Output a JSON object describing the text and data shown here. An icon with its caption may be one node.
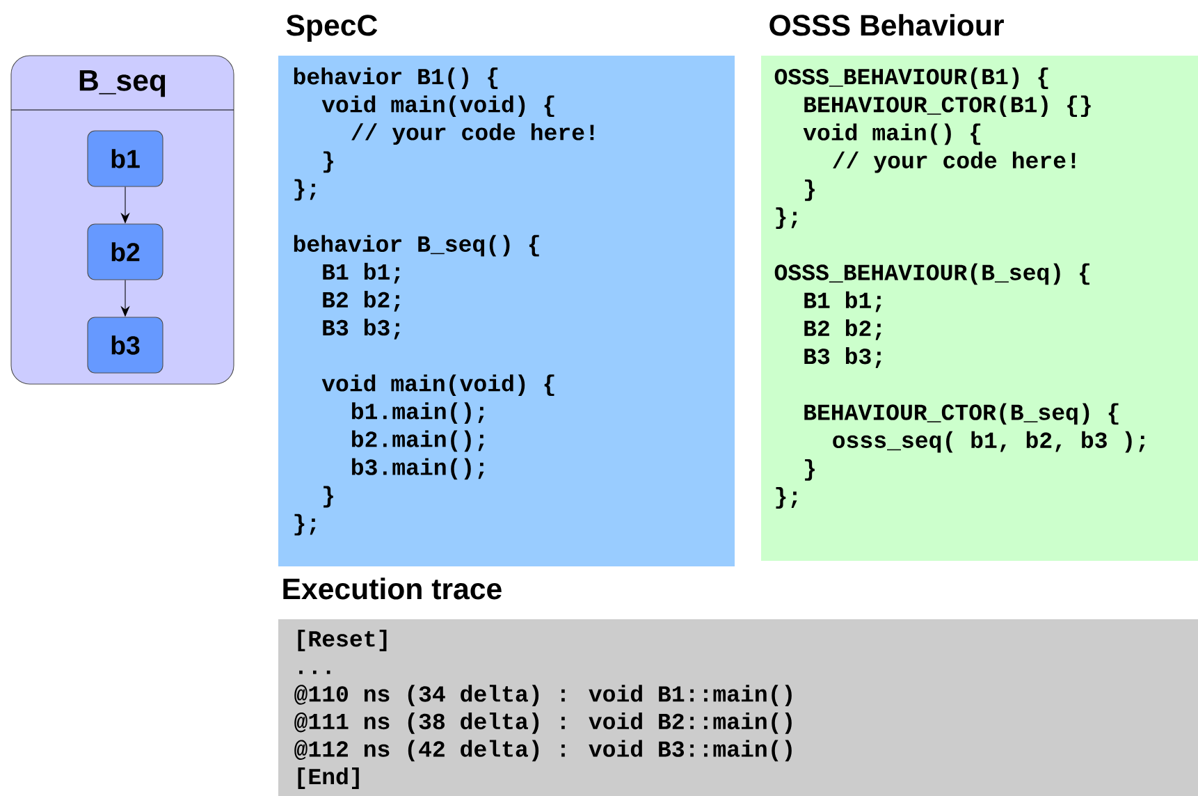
{
  "diagram": {
    "nodes": [
      {
        "text": [
          "B_seq"
        ]
      },
      {
        "text": [
          "b1"
        ],
        "in": 0
      },
      {
        "text": [
          "b2"
        ],
        "in": 0
      },
      {
        "text": [
          "b3"
        ],
        "in": 0
      },
      {
        "text": [
          "SpecC",
          "behavior B1() {",
          "void main(void) {",
          "// your code here!",
          "}",
          "};",
          "behavior B_seq() {",
          "B1 b1;",
          "B2 b2;",
          "B3 b3;",
          "void main(void) {",
          "b1.main();",
          "b2.main();",
          "b3.main();",
          "}",
          "};"
        ]
      },
      {
        "text": [
          "OSSS Behaviour",
          "OSSS_BEHAVIOUR(B1) {",
          "BEHAVIOUR_CTOR(B1) {}",
          "void main() {",
          "// your code here!",
          "}",
          "};",
          "OSSS_BEHAVIOUR(B_seq) {",
          "B1 b1;",
          "B2 b2;",
          "B3 b3;",
          "BEHAVIOUR_CTOR(B_seq) {",
          "osss_seq( b1, b2, b3 );",
          "}",
          "};"
        ]
      },
      {
        "text": [
          "Execution trace",
          "[Reset]",
          "...",
          "@110 ns (34 delta) : void B1::main()",
          "@111 ns (38 delta) : void B2::main()",
          "@112 ns (42 delta) : void B3::main()",
          "[End]"
        ]
      }
    ],
    "edges": [
      {
        "from": 1,
        "to": 2,
        "arrow": "to"
      },
      {
        "from": 2,
        "to": 3,
        "arrow": "to"
      }
    ]
  }
}
